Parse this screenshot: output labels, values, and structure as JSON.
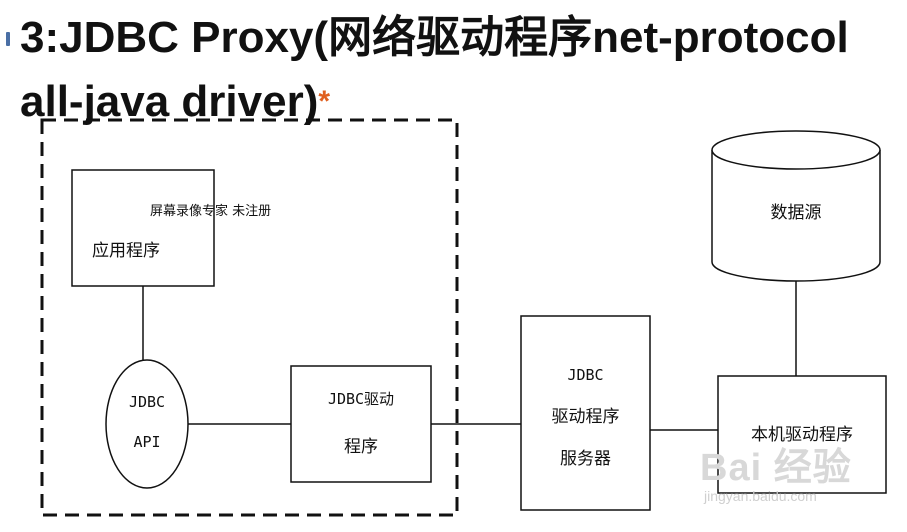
{
  "title": {
    "line1_main": "3:JDBC Proxy(",
    "line1_cn": "网络驱动程序",
    "line1_end": "net-protocol",
    "line2": "all-java driver)",
    "asterisk": "*"
  },
  "diagram": {
    "overlay": "屏幕录像专家 未注册",
    "app": "应用程序",
    "jdbc_api_1": "JDBC",
    "jdbc_api_2": "API",
    "driver_1": "JDBC驱动",
    "driver_2": "程序",
    "server_1": "JDBC",
    "server_2": "驱动程序",
    "server_3": "服务器",
    "datasource": "数据源",
    "native": "本机驱动程序"
  },
  "watermark": {
    "brand": "Bai 经验",
    "url": "jingyan.baidu.com"
  },
  "colors": {
    "accent": "#e06020",
    "ink": "#111111"
  }
}
